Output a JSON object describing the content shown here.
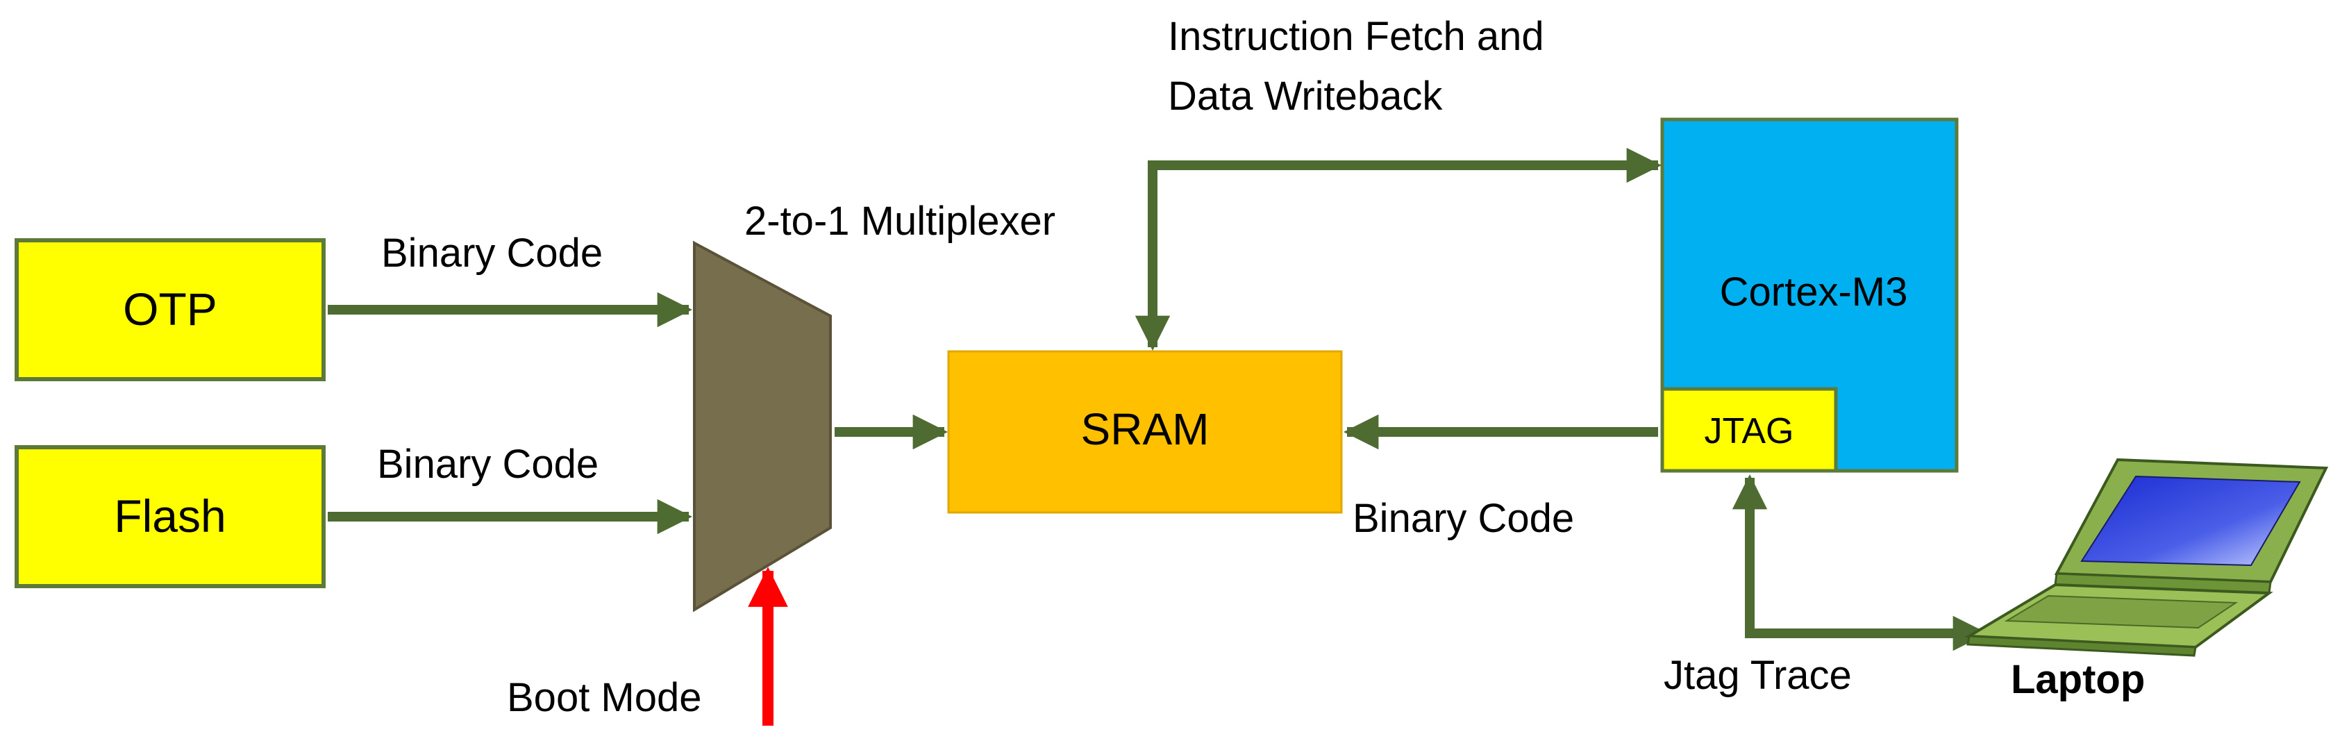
{
  "blocks": {
    "otp": "OTP",
    "flash": "Flash",
    "sram": "SRAM",
    "cortex": "Cortex-M3",
    "jtag": "JTAG",
    "laptop": "Laptop"
  },
  "labels": {
    "binary_code_top": "Binary Code",
    "binary_code_bottom": "Binary Code",
    "binary_code_right": "Binary Code",
    "mux": "2-to-1 Multiplexer",
    "fetch_line1": "Instruction Fetch and",
    "fetch_line2": "Data Writeback",
    "boot_mode": "Boot Mode",
    "jtag_trace": "Jtag Trace"
  },
  "colors": {
    "memory_block": "#ffff00",
    "sram_block": "#ffc000",
    "cortex_block": "#00b0f0",
    "mux_fill": "#776e4e",
    "arrow": "#4e6b32",
    "boot_arrow": "#ff0000",
    "laptop_body": "#8ab04e",
    "laptop_screen": "#2d3bd6"
  }
}
